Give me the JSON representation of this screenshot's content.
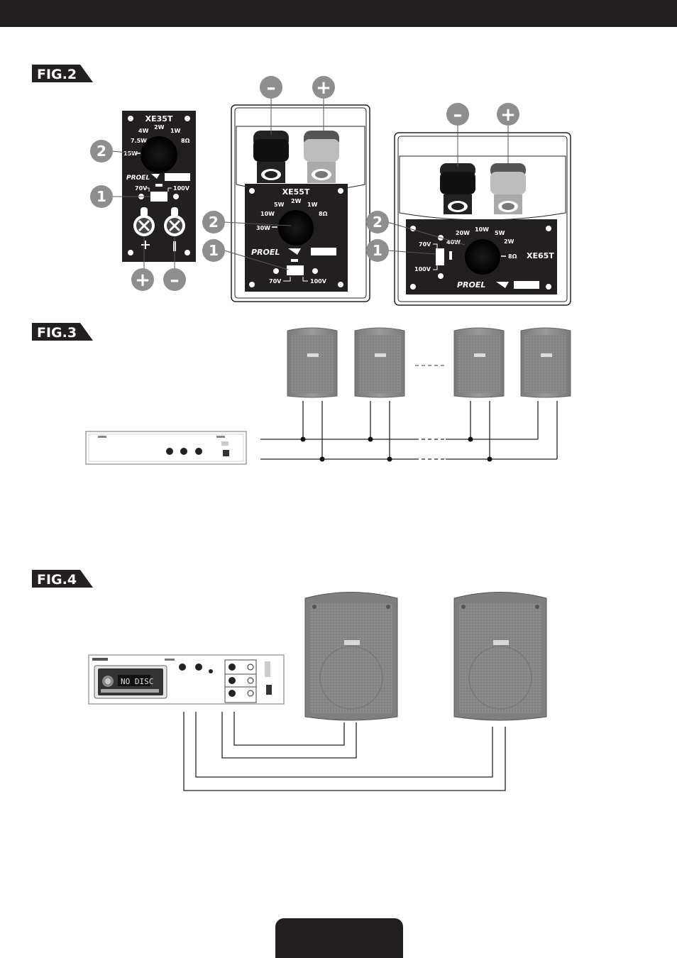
{
  "figures": {
    "fig2": "FIG.2",
    "fig3": "FIG.3",
    "fig4": "FIG.4"
  },
  "polarity": {
    "minus": "–",
    "plus": "+"
  },
  "callouts": {
    "one": "1",
    "two": "2"
  },
  "xe35t": {
    "model": "XE35T",
    "taps": [
      "7.5W",
      "4W",
      "2W",
      "1W",
      "8Ω",
      "15W"
    ],
    "brand": "PROEL",
    "voltage_left": "70V",
    "voltage_right": "100V"
  },
  "xe55t": {
    "model": "XE55T",
    "taps": [
      "10W",
      "5W",
      "2W",
      "1W",
      "8Ω",
      "30W"
    ],
    "brand": "PROEL",
    "voltage_left": "70V",
    "voltage_right": "100V"
  },
  "xe65t": {
    "model": "XE65T",
    "taps": [
      "20W",
      "10W",
      "5W",
      "2W",
      "40W",
      "8Ω"
    ],
    "brand": "PROEL",
    "voltage_top": "70V",
    "voltage_bottom": "100V"
  },
  "fig4_player": {
    "display": "NO DISC"
  },
  "colors": {
    "dark": "#231f20",
    "speaker_grey": "#8f8f8f",
    "light_grey": "#c4c4c4"
  }
}
